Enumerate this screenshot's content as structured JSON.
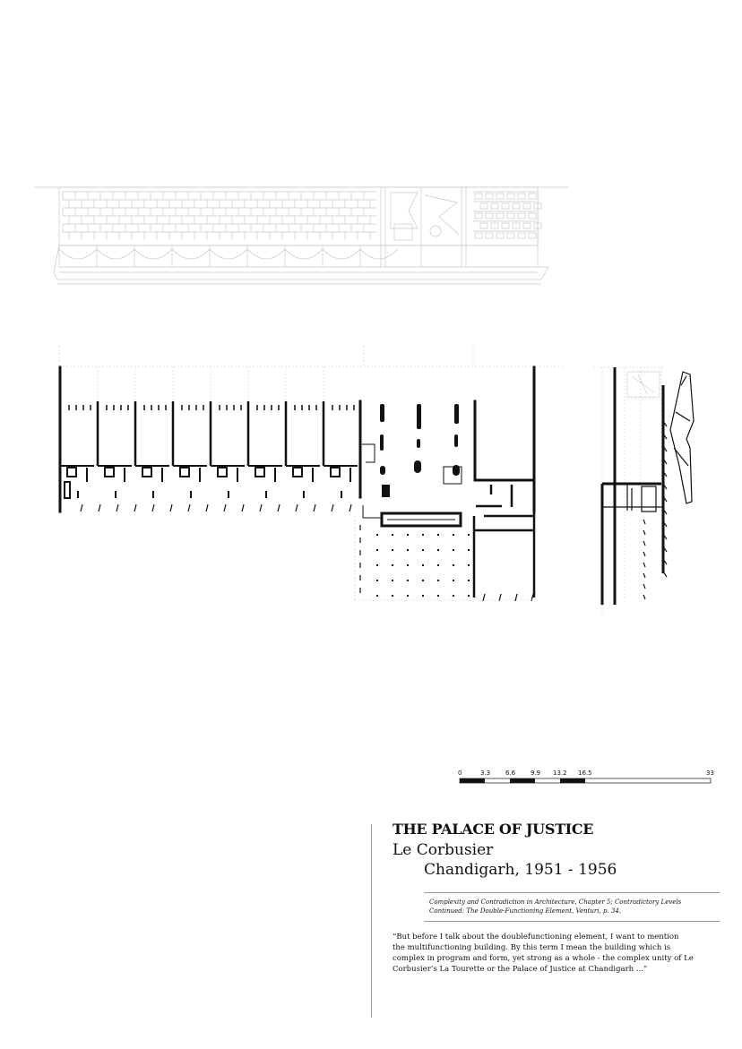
{
  "scale_bar": {
    "ticks": [
      "0",
      "3.3",
      "6.6",
      "9.9",
      "13.2",
      "16.5",
      "33"
    ]
  },
  "caption": {
    "title": "THE PALACE OF JUSTICE",
    "architect": "Le Corbusier",
    "place_date": "Chandigarh, 1951 - 1956",
    "citation_line1": "Complexity and Contradiction in Architecture, Chapter 5; Contradictory Levels",
    "citation_line2": "Continued: The Double-Functioning Element, Venturi, p. 34.",
    "quote_line1": "“But before I talk about the doublefunctioning element, I want to mention",
    "quote_line2": "the multifunctioning building. By this term I mean the building which is",
    "quote_line3": "complex in program and form, yet strong as a whole - the complex unity of Le",
    "quote_line4": "Corbusier’s La Tourette or the Palace of Justice at Chandigarh ...”"
  },
  "colors": {
    "ink": "#111111",
    "faint_line": "#cccccc",
    "rule": "#999999",
    "background": "#ffffff"
  }
}
